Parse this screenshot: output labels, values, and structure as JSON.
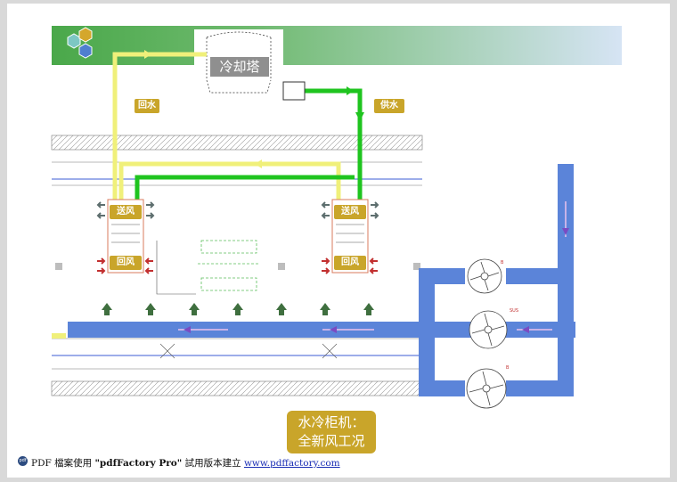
{
  "tower_label": "冷却塔",
  "return_water": "回水",
  "supply_water": "供水",
  "supply_air": "送风",
  "return_air": "回风",
  "caption_line1": "水冷柜机：",
  "caption_line2": "全新风工况",
  "footer": {
    "prefix": "PDF 檔案使用 ",
    "brand": "\"pdfFactory Pro\"",
    "middle": " 試用版本建立 ",
    "link": "www.pdffactory.com",
    "icon": "pdf"
  },
  "fan_marks": [
    "B",
    "SUS",
    "B"
  ],
  "colors": {
    "header_green": "#4aa84a",
    "return_pipe": "#f0f07a",
    "supply_pipe": "#1fc41f",
    "duct": "#5b84d9",
    "tag": "#c9a52a"
  }
}
